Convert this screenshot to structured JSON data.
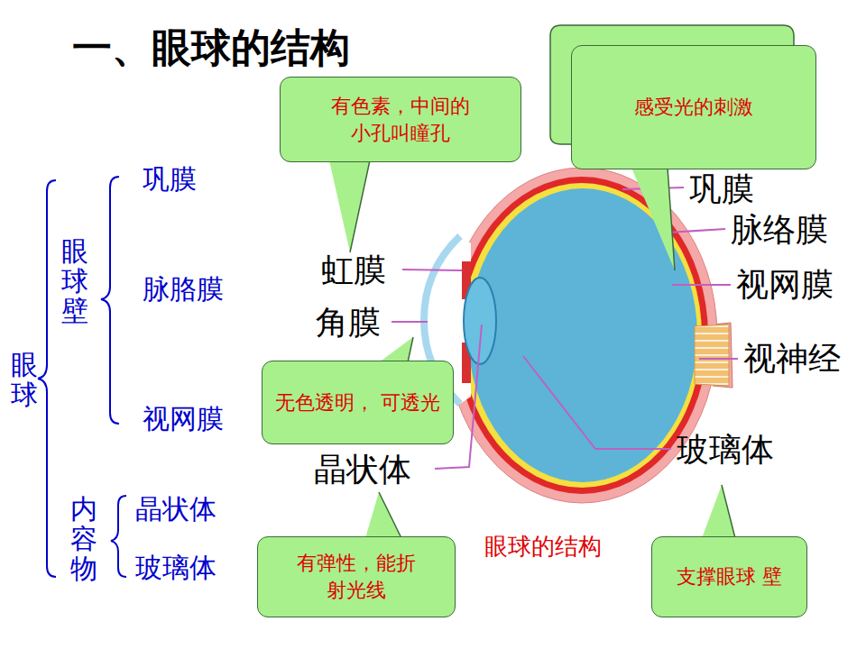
{
  "diagram": {
    "title": "一、眼球的结构",
    "caption": "眼球的结构",
    "nodes": [
      {
        "text": [
          "有色素，中间的 小孔叫瞳孔"
        ]
      },
      {
        "text": [
          "感受光的刺激"
        ]
      },
      {
        "text": [
          "无色透明， 可透光"
        ]
      },
      {
        "text": [
          "有弹性，能折 射光线"
        ]
      },
      {
        "text": [
          "支撑眼球 壁"
        ]
      }
    ],
    "labels": [
      "眼球壁",
      "巩膜",
      "脉胳膜",
      "眼球",
      "视网膜",
      "内容物",
      "晶状体",
      "玻璃体",
      "巩膜",
      "脉络膜",
      "虹膜",
      "视网膜",
      "角膜",
      "视神经",
      "晶状体",
      "玻璃体"
    ]
  }
}
